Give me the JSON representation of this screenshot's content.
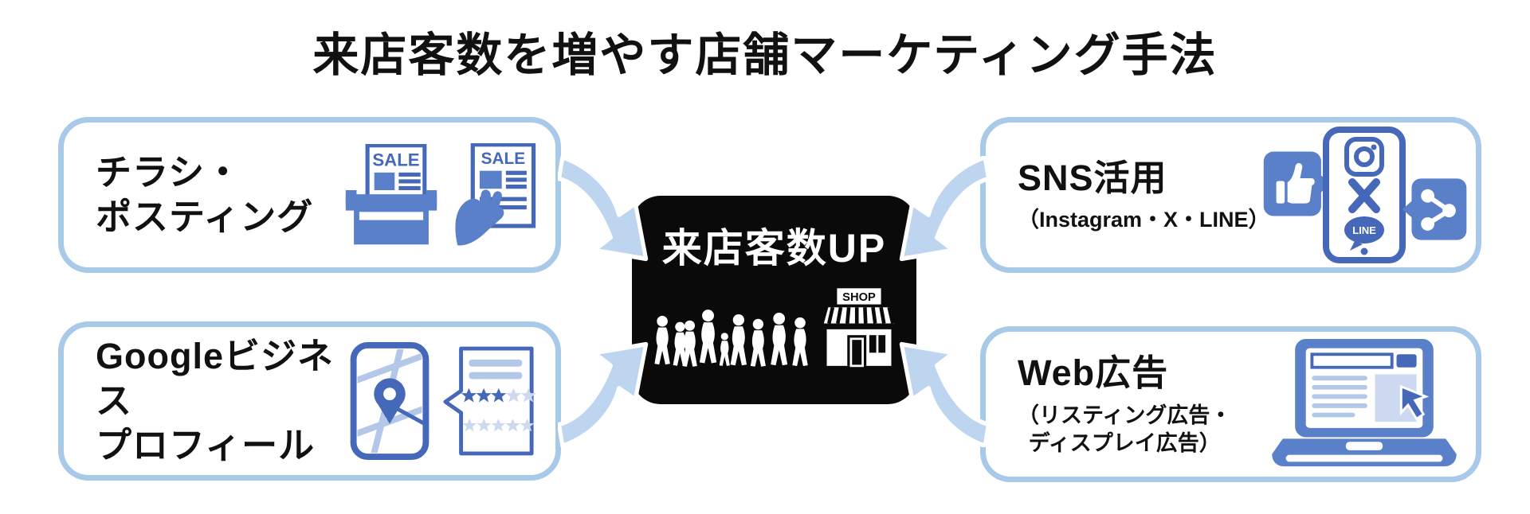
{
  "title": "来店客数を増やす店舗マーケティング手法",
  "center": {
    "label": "来店客数UP",
    "shop_sign": "SHOP"
  },
  "boxes": {
    "flyer": {
      "line1": "チラシ・",
      "line2": "ポスティング",
      "sale": "SALE"
    },
    "google": {
      "line1": "Googleビジネス",
      "line2": "プロフィール"
    },
    "sns": {
      "label": "SNS活用",
      "sub": "（Instagram・X・LINE）",
      "line": "LINE"
    },
    "web": {
      "label": "Web広告",
      "sub1": "（リスティング広告・",
      "sub2": "ディスプレイ広告）"
    }
  },
  "colors": {
    "box_border": "#a9c9e8",
    "arrow_fill": "#bdd5ee",
    "icon_blue": "#4668b8",
    "icon_mid_blue": "#5b80ca",
    "icon_light_blue": "#b3c7e8",
    "icon_pale_blue": "#ccd9f0",
    "center_bg": "#0a0a0a"
  }
}
